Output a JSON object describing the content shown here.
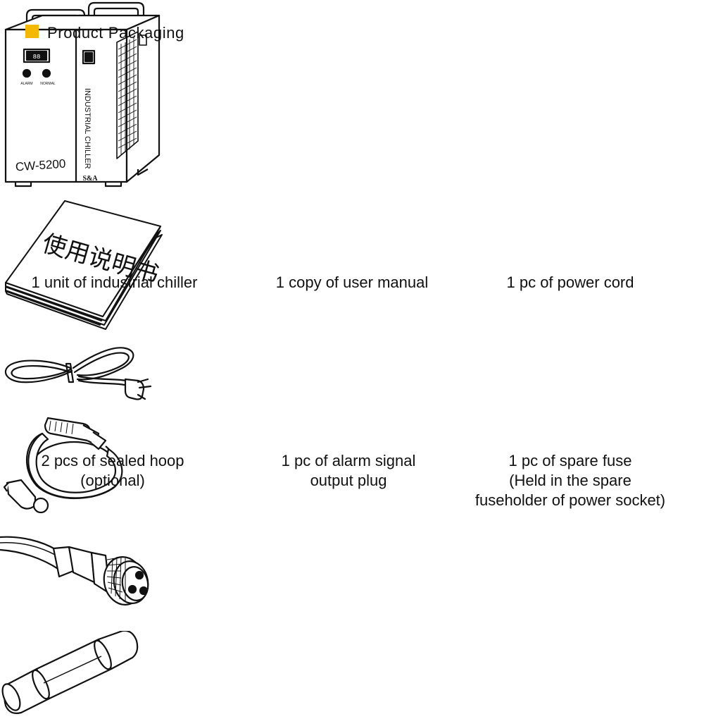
{
  "header": {
    "title": "Product Packaging",
    "marker_color": "#F5B800"
  },
  "items": [
    {
      "id": "chiller",
      "icon": "industrial-chiller-illustration",
      "caption_lines": [
        "1 unit of industrial chiller"
      ],
      "device_labels": {
        "display": "88",
        "alarm": "ALARM",
        "normal": "NORMAL",
        "side_text": "INDUSTRIAL CHILLER",
        "model": "CW-5200",
        "brand": "S&A"
      }
    },
    {
      "id": "manual",
      "icon": "user-manual-illustration",
      "caption_lines": [
        "1 copy of user manual"
      ],
      "cover_text": "使用说明书"
    },
    {
      "id": "power-cord",
      "icon": "power-cord-illustration",
      "caption_lines": [
        "1 pc of power cord"
      ]
    },
    {
      "id": "hoop",
      "icon": "sealed-hoop-illustration",
      "caption_lines": [
        "2 pcs of sealed hoop",
        "(optional)"
      ]
    },
    {
      "id": "alarm-plug",
      "icon": "alarm-signal-plug-illustration",
      "caption_lines": [
        "1 pc of alarm signal",
        "output plug"
      ]
    },
    {
      "id": "fuse",
      "icon": "spare-fuse-illustration",
      "caption_lines": [
        "1 pc of spare fuse",
        "(Held in the spare",
        "fuseholder of power socket)"
      ]
    }
  ]
}
